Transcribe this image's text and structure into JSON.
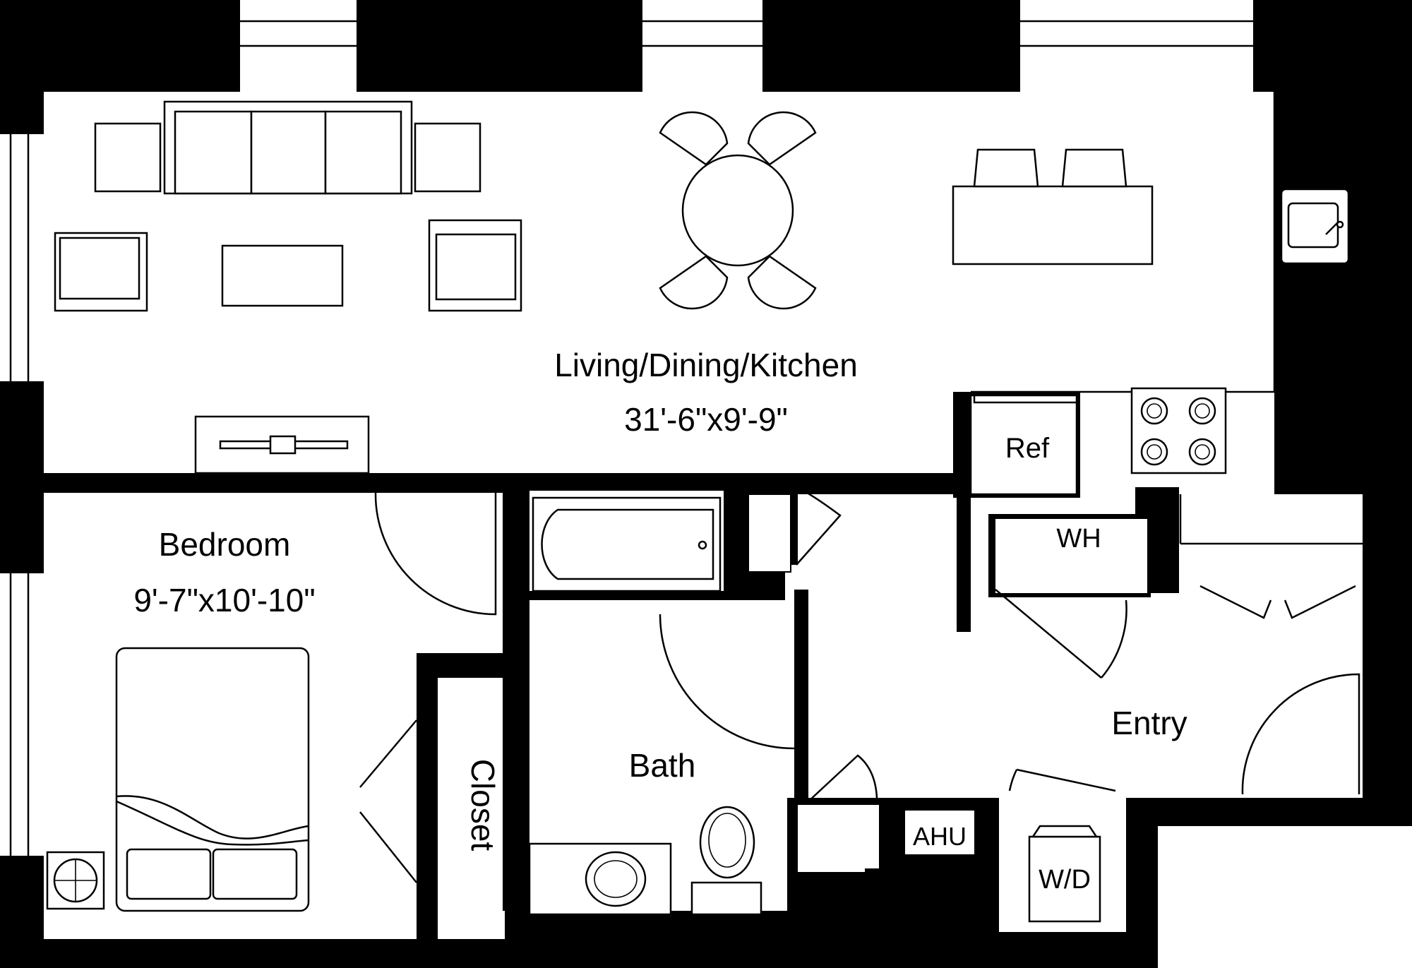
{
  "rooms": {
    "living": {
      "name": "Living/Dining/Kitchen",
      "size": "31'-6\"x9'-9\""
    },
    "bedroom": {
      "name": "Bedroom",
      "size": "9'-7\"x10'-10\""
    },
    "bath": {
      "name": "Bath"
    },
    "entry": {
      "name": "Entry"
    },
    "closet": {
      "name": "Closet"
    }
  },
  "fixtures": {
    "refrigerator": "Ref",
    "water_heater": "WH",
    "air_handler": "AHU",
    "washer_dryer": "W/D"
  },
  "colors": {
    "wall": "#000000",
    "floor": "#ffffff"
  }
}
